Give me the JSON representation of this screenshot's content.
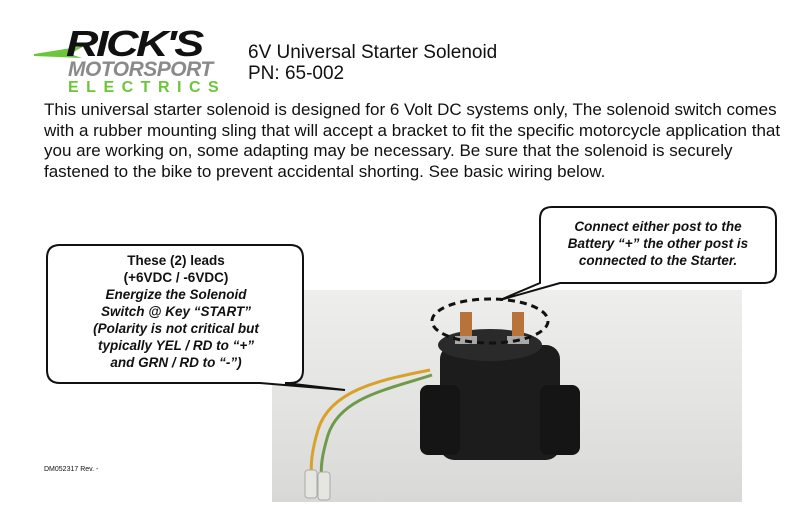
{
  "logo": {
    "line1": "RICK'S",
    "line2": "MOTORSPORT",
    "line3": "ELECTRICS",
    "accent": "#6cc63a"
  },
  "header": {
    "title": "6V Universal Starter Solenoid",
    "part_number": "PN: 65-002"
  },
  "body_text": "This universal starter solenoid is designed for 6 Volt DC systems only, The solenoid switch comes with a rubber mounting sling that will accept a bracket to fit the specific motorcycle application that you are working on, some adapting may be necessary.  Be sure that the solenoid is securely fastened to the bike to prevent accidental shorting. See basic wiring below.",
  "callout_left": {
    "line1": "These (2) leads",
    "line2": "(+6VDC / -6VDC)",
    "line3": "Energize the Solenoid",
    "line4": "Switch @ Key “START”",
    "line5": "(Polarity is not critical but",
    "line6": "typically YEL / RD to “+”",
    "line7": "and GRN / RD to “-”)"
  },
  "callout_right": {
    "line1": "Connect either post to the",
    "line2": "Battery “+” the other post is",
    "line3": "connected to the Starter."
  },
  "footer": {
    "doc_id": "DM052317  Rev. -"
  }
}
